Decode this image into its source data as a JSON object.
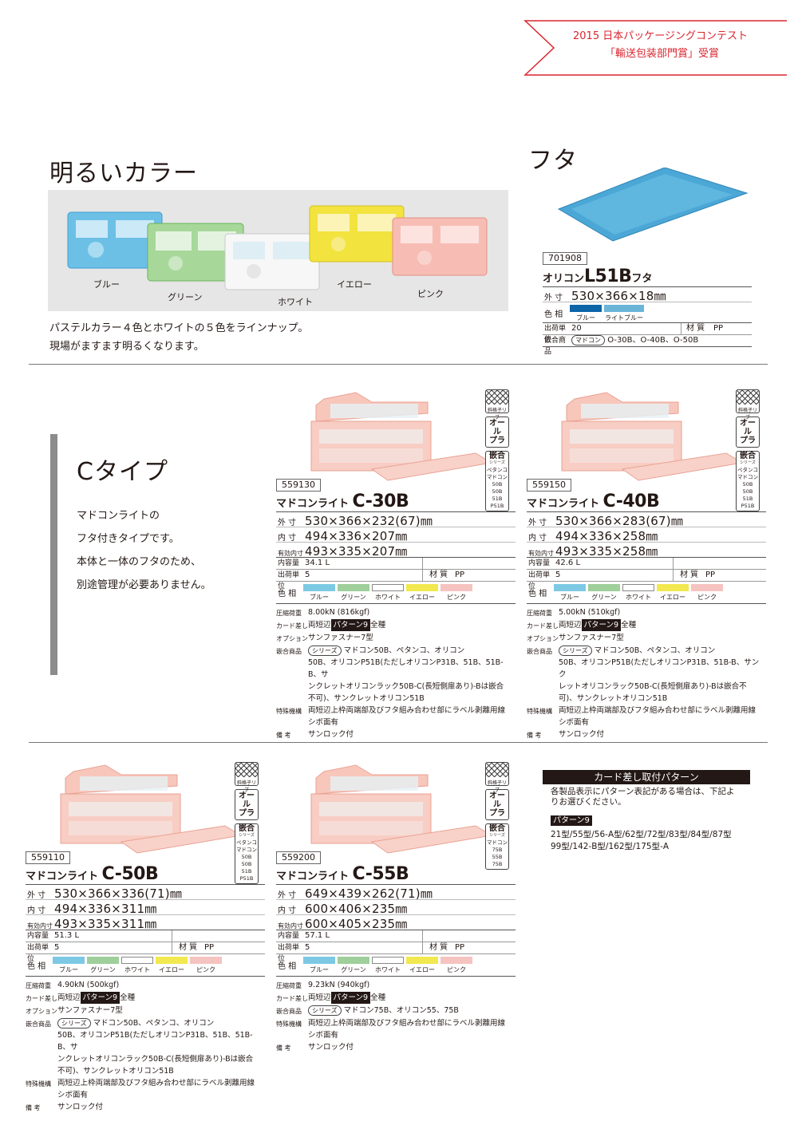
{
  "award": {
    "line1": "2015 日本パッケージングコンテスト",
    "line2": "「輸送包装部門賞」受賞"
  },
  "colors": {
    "blue": "#7dc9e4",
    "green": "#9fcf9a",
    "white": "#ffffff",
    "yellow": "#f2e84f",
    "pink": "#f5c3c0",
    "lightblue": "#6ab4d8",
    "navy": "#0d65a8"
  },
  "bright": {
    "title": "明るいカラー",
    "labels": {
      "blue": "ブルー",
      "green": "グリーン",
      "white": "ホワイト",
      "yellow": "イエロー",
      "pink": "ピンク"
    },
    "text1": "パステルカラー４色とホワイトの５色をラインナップ。",
    "text2": "現場がますます明るくなります。"
  },
  "lid": {
    "title": "フタ",
    "code": "701908",
    "name_prefix": "オリコン",
    "name_model": "L51B",
    "name_suffix": "フタ",
    "outer_k": "外 寸",
    "outer_v": "530×366×18㎜",
    "color_k": "色 相",
    "color1": "ブルー",
    "color2": "ライトブルー",
    "ship_k": "出荷単位",
    "ship_v": "20",
    "mat_k": "材 質",
    "mat_v": "PP",
    "fit_k": "嵌合商品",
    "fit_pill": "マドコン",
    "fit_v": "O-30B、O-40B、O-50B"
  },
  "ctype": {
    "title": "Cタイプ",
    "text1": "マドコンライトの",
    "text2": "フタ付きタイプです。",
    "text3": "本体と一体のフタのため、",
    "text4": "別途管理が必要ありません。"
  },
  "common": {
    "badge_grid": "斜格子リブ",
    "badge_all1": "オール",
    "badge_all2": "プラ",
    "badge_fit": "嵌合",
    "badge_series": "シリーズ",
    "name_prefix": "マドコンライト",
    "k_outer": "外 寸",
    "k_inner": "内 寸",
    "k_eff": "有効内寸",
    "k_cap": "内容量",
    "k_ship": "出荷単位",
    "k_mat": "材 質",
    "v_mat": "PP",
    "k_color": "色 相",
    "c_blue": "ブルー",
    "c_green": "グリーン",
    "c_white": "ホワイト",
    "c_yellow": "イエロー",
    "c_pink": "ピンク",
    "k_load": "圧縮荷重",
    "k_card": "カード差し",
    "k_opt": "オプション",
    "k_fit": "嵌合商品",
    "k_special": "特殊機構",
    "k_note": "備 考",
    "card_pre": "両短辺",
    "card_pat": "パターン9",
    "card_post": "全種",
    "opt": "サンファスナー7型",
    "pill": "シリーズ",
    "special1": "両短辺上枠両端部及びフタ組み合わせ部にラベル剥離用線",
    "special2": "シボ面有",
    "note": "サンロック付"
  },
  "products": [
    {
      "code": "559130",
      "model": "C-30B",
      "outer": "530×366×232(67)㎜",
      "inner": "494×336×207㎜",
      "eff": "493×335×207㎜",
      "cap": "34.1 L",
      "ship": "5",
      "load": "8.00kN (816kgf)",
      "fit1": "マドコン50B、ペタンコ、オリコン",
      "fit2": "50B、オリコンP51B(ただしオリコンP31B、51B、51B-B、サ",
      "fit3": "ンクレットオリコンラック50B-C(長短側扉あり)-Bは嵌合",
      "fit4": "不可)、サンクレットオリコン51B",
      "badge_items": [
        "ペタンコ",
        "マドコン50B",
        "50B",
        "51B",
        "P51B"
      ]
    },
    {
      "code": "559150",
      "model": "C-40B",
      "outer": "530×366×283(67)㎜",
      "inner": "494×336×258㎜",
      "eff": "493×335×258㎜",
      "cap": "42.6 L",
      "ship": "5",
      "load": "5.00kN (510kgf)",
      "fit1": "マドコン50B、ペタンコ、オリコン",
      "fit2": "50B、オリコンP51B(ただしオリコンP31B、51B-B、サンク",
      "fit3": "レットオリコンラック50B-C(長短側扉あり)-Bは嵌合不",
      "fit4": "可)、サンクレットオリコン51B",
      "badge_items": [
        "ペタンコ",
        "マドコン50B",
        "50B",
        "51B",
        "P51B"
      ]
    },
    {
      "code": "559110",
      "model": "C-50B",
      "outer": "530×366×336(71)㎜",
      "inner": "494×336×311㎜",
      "eff": "493×335×311㎜",
      "cap": "51.3 L",
      "ship": "5",
      "load": "4.90kN (500kgf)",
      "fit1": "マドコン50B、ペタンコ、オリコン",
      "fit2": "50B、オリコンP51B(ただしオリコンP31B、51B、51B-B、サ",
      "fit3": "ンクレットオリコンラック50B-C(長短側扉あり)-Bは嵌合",
      "fit4": "不可)、サンクレットオリコン51B",
      "badge_items": [
        "ペタンコ",
        "マドコン50B",
        "50B",
        "51B",
        "P51B"
      ]
    },
    {
      "code": "559200",
      "model": "C-55B",
      "outer": "649×439×262(71)㎜",
      "inner": "600×406×235㎜",
      "eff": "600×405×235㎜",
      "cap": "57.1 L",
      "ship": "5",
      "load": "9.23kN (940kgf)",
      "fit1": "マドコン75B、オリコン55、75B",
      "badge_items": [
        "マドコン75B",
        "55B",
        "75B"
      ]
    }
  ],
  "card": {
    "title": "カード差し取付パターン",
    "text1": "各製品表示にパターン表記がある場合は、下記よ",
    "text2": "りお選びください。",
    "pattern": "パターン9",
    "types1": "21型/55型/56-A型/62型/72型/83型/84型/87型",
    "types2": "99型/142-B型/162型/175型-A"
  }
}
